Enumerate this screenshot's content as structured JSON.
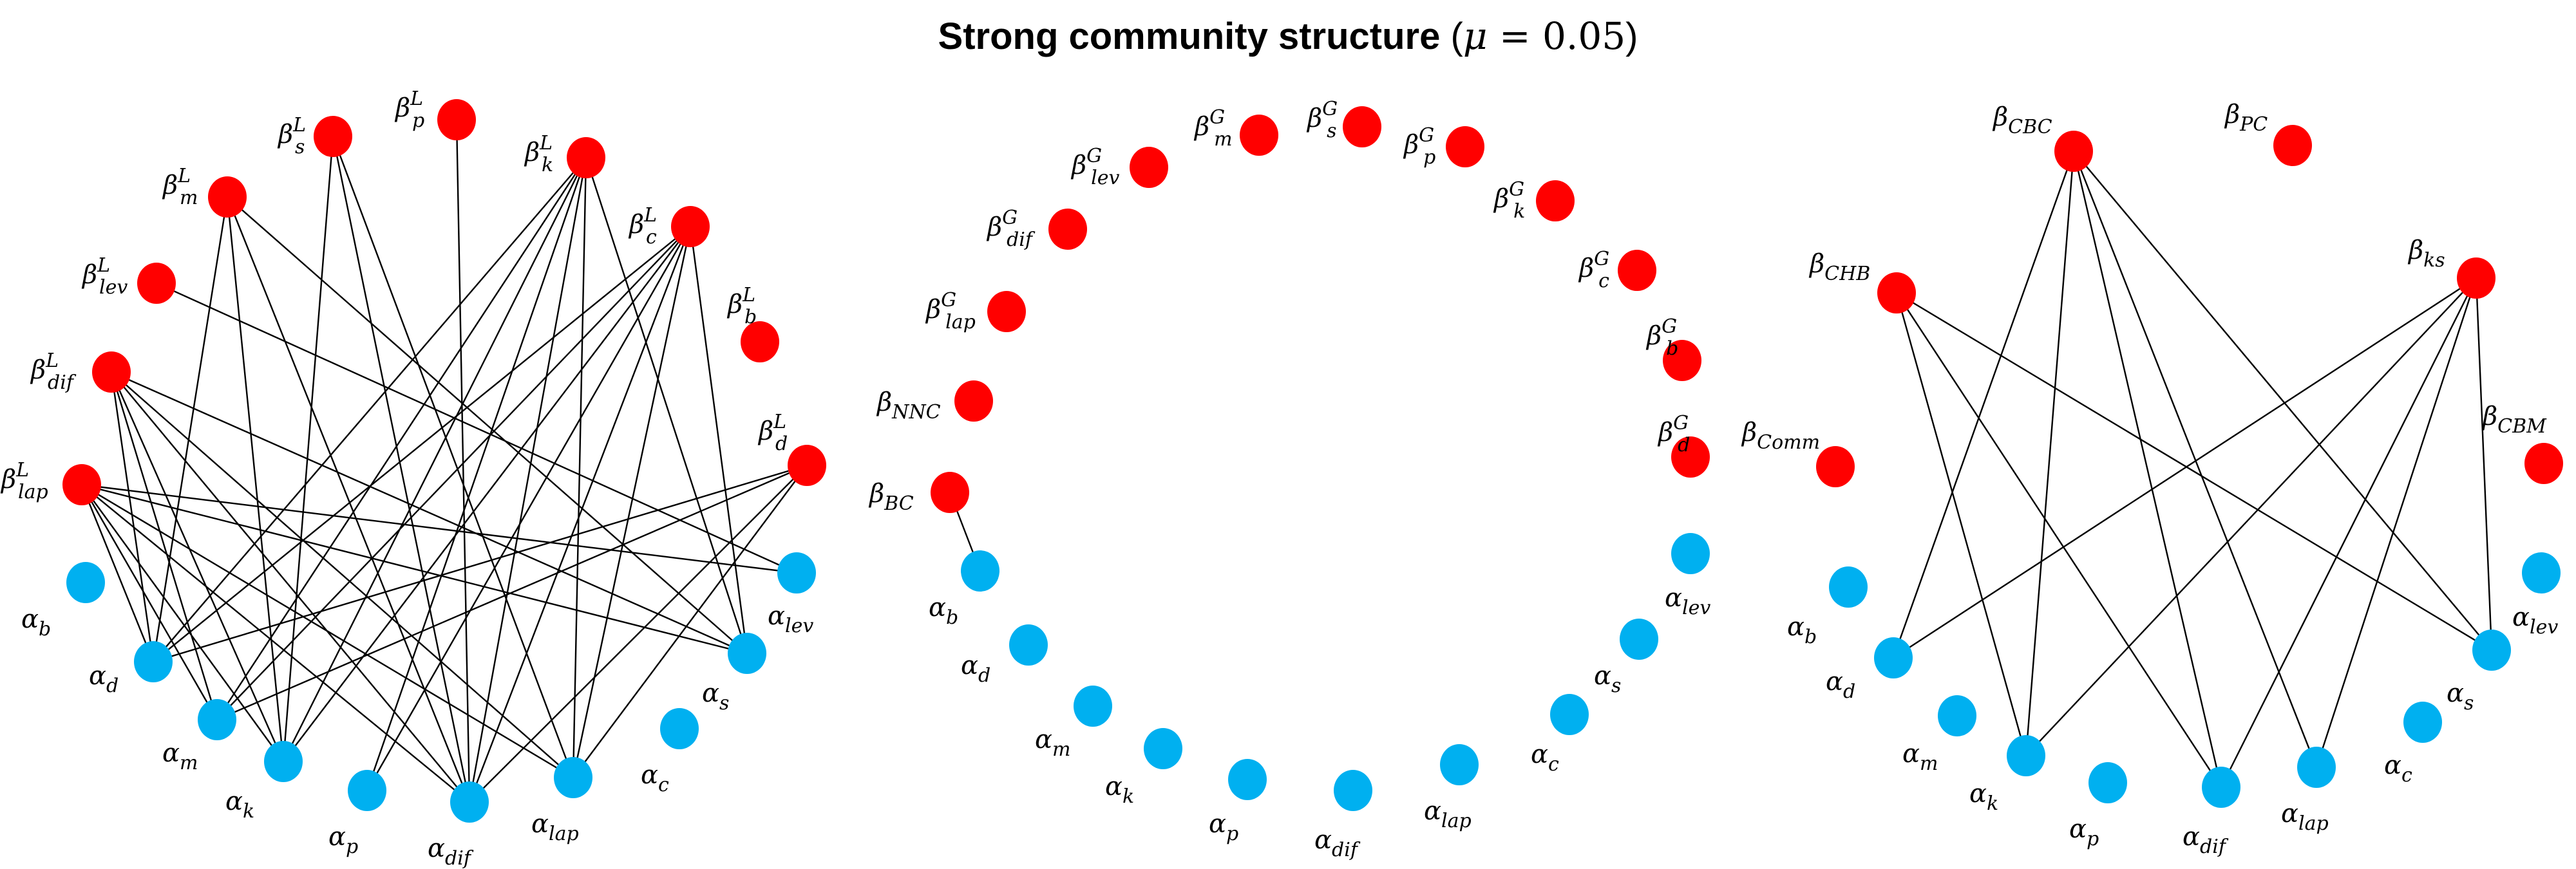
{
  "title": {
    "text": "Strong community structure",
    "paren_open": "(",
    "mu_symbol": "μ",
    "equals": " = ",
    "mu_value": "0.05",
    "paren_close": ")"
  },
  "colors": {
    "beta_node": "#ff0000",
    "alpha_node": "#00b0f0",
    "edge": "#000000"
  },
  "panels": [
    {
      "id": "local",
      "nodes": [
        {
          "id": "bs",
          "kind": "beta",
          "base": "β",
          "sub": "s",
          "sup": "L"
        },
        {
          "id": "bp",
          "kind": "beta",
          "base": "β",
          "sub": "p",
          "sup": "L"
        },
        {
          "id": "bk",
          "kind": "beta",
          "base": "β",
          "sub": "k",
          "sup": "L"
        },
        {
          "id": "bm",
          "kind": "beta",
          "base": "β",
          "sub": "m",
          "sup": "L"
        },
        {
          "id": "bc",
          "kind": "beta",
          "base": "β",
          "sub": "c",
          "sup": "L"
        },
        {
          "id": "blev",
          "kind": "beta",
          "base": "β",
          "sub": "lev",
          "sup": "L"
        },
        {
          "id": "bb",
          "kind": "beta",
          "base": "β",
          "sub": "b",
          "sup": "L"
        },
        {
          "id": "bdif",
          "kind": "beta",
          "base": "β",
          "sub": "dif",
          "sup": "L"
        },
        {
          "id": "bd",
          "kind": "beta",
          "base": "β",
          "sub": "d",
          "sup": "L"
        },
        {
          "id": "blap",
          "kind": "beta",
          "base": "β",
          "sub": "lap",
          "sup": "L"
        },
        {
          "id": "ab",
          "kind": "alpha",
          "base": "α",
          "sub": "b",
          "sup": ""
        },
        {
          "id": "alev",
          "kind": "alpha",
          "base": "α",
          "sub": "lev",
          "sup": ""
        },
        {
          "id": "ad",
          "kind": "alpha",
          "base": "α",
          "sub": "d",
          "sup": ""
        },
        {
          "id": "as",
          "kind": "alpha",
          "base": "α",
          "sub": "s",
          "sup": ""
        },
        {
          "id": "am",
          "kind": "alpha",
          "base": "α",
          "sub": "m",
          "sup": ""
        },
        {
          "id": "ac",
          "kind": "alpha",
          "base": "α",
          "sub": "c",
          "sup": ""
        },
        {
          "id": "ak",
          "kind": "alpha",
          "base": "α",
          "sub": "k",
          "sup": ""
        },
        {
          "id": "ap",
          "kind": "alpha",
          "base": "α",
          "sub": "p",
          "sup": ""
        },
        {
          "id": "adif",
          "kind": "alpha",
          "base": "α",
          "sub": "dif",
          "sup": ""
        },
        {
          "id": "alap",
          "kind": "alpha",
          "base": "α",
          "sub": "lap",
          "sup": ""
        }
      ],
      "edges": [
        [
          "bs",
          "ak"
        ],
        [
          "bs",
          "adif"
        ],
        [
          "bs",
          "alap"
        ],
        [
          "bp",
          "adif"
        ],
        [
          "bk",
          "ad"
        ],
        [
          "bk",
          "am"
        ],
        [
          "bk",
          "ak"
        ],
        [
          "bk",
          "ap"
        ],
        [
          "bk",
          "adif"
        ],
        [
          "bk",
          "alap"
        ],
        [
          "bk",
          "as"
        ],
        [
          "bm",
          "ad"
        ],
        [
          "bm",
          "ak"
        ],
        [
          "bm",
          "adif"
        ],
        [
          "bm",
          "as"
        ],
        [
          "bc",
          "ad"
        ],
        [
          "bc",
          "am"
        ],
        [
          "bc",
          "ak"
        ],
        [
          "bc",
          "ap"
        ],
        [
          "bc",
          "adif"
        ],
        [
          "bc",
          "alap"
        ],
        [
          "bc",
          "as"
        ],
        [
          "blev",
          "alev"
        ],
        [
          "bdif",
          "ad"
        ],
        [
          "bdif",
          "am"
        ],
        [
          "bdif",
          "ak"
        ],
        [
          "bdif",
          "adif"
        ],
        [
          "bdif",
          "alap"
        ],
        [
          "bdif",
          "as"
        ],
        [
          "bd",
          "ad"
        ],
        [
          "bd",
          "am"
        ],
        [
          "bd",
          "adif"
        ],
        [
          "bd",
          "alap"
        ],
        [
          "blap",
          "ad"
        ],
        [
          "blap",
          "am"
        ],
        [
          "blap",
          "ak"
        ],
        [
          "blap",
          "adif"
        ],
        [
          "blap",
          "alap"
        ],
        [
          "blap",
          "as"
        ],
        [
          "blap",
          "alev"
        ]
      ]
    },
    {
      "id": "global",
      "nodes": [
        {
          "id": "gm",
          "kind": "beta",
          "base": "β",
          "sub": "m",
          "sup": "G"
        },
        {
          "id": "gs",
          "kind": "beta",
          "base": "β",
          "sub": "s",
          "sup": "G"
        },
        {
          "id": "glev",
          "kind": "beta",
          "base": "β",
          "sub": "lev",
          "sup": "G"
        },
        {
          "id": "gp",
          "kind": "beta",
          "base": "β",
          "sub": "p",
          "sup": "G"
        },
        {
          "id": "gk",
          "kind": "beta",
          "base": "β",
          "sub": "k",
          "sup": "G"
        },
        {
          "id": "gdif",
          "kind": "beta",
          "base": "β",
          "sub": "dif",
          "sup": "G"
        },
        {
          "id": "gc",
          "kind": "beta",
          "base": "β",
          "sub": "c",
          "sup": "G"
        },
        {
          "id": "glap",
          "kind": "beta",
          "base": "β",
          "sub": "lap",
          "sup": "G"
        },
        {
          "id": "gb",
          "kind": "beta",
          "base": "β",
          "sub": "b",
          "sup": "G"
        },
        {
          "id": "gnnc",
          "kind": "beta",
          "base": "β",
          "sub": "NNC",
          "sup": ""
        },
        {
          "id": "gd",
          "kind": "beta",
          "base": "β",
          "sub": "d",
          "sup": "G"
        },
        {
          "id": "gcomm",
          "kind": "beta",
          "base": "β",
          "sub": "Comm",
          "sup": ""
        },
        {
          "id": "gbc",
          "kind": "beta",
          "base": "β",
          "sub": "BC",
          "sup": ""
        },
        {
          "id": "gab",
          "kind": "alpha",
          "base": "α",
          "sub": "b",
          "sup": ""
        },
        {
          "id": "galev",
          "kind": "alpha",
          "base": "α",
          "sub": "lev",
          "sup": ""
        },
        {
          "id": "gad",
          "kind": "alpha",
          "base": "α",
          "sub": "d",
          "sup": ""
        },
        {
          "id": "gas",
          "kind": "alpha",
          "base": "α",
          "sub": "s",
          "sup": ""
        },
        {
          "id": "gam",
          "kind": "alpha",
          "base": "α",
          "sub": "m",
          "sup": ""
        },
        {
          "id": "gac",
          "kind": "alpha",
          "base": "α",
          "sub": "c",
          "sup": ""
        },
        {
          "id": "gak",
          "kind": "alpha",
          "base": "α",
          "sub": "k",
          "sup": ""
        },
        {
          "id": "gap",
          "kind": "alpha",
          "base": "α",
          "sub": "p",
          "sup": ""
        },
        {
          "id": "gadif",
          "kind": "alpha",
          "base": "α",
          "sub": "dif",
          "sup": ""
        },
        {
          "id": "galap",
          "kind": "alpha",
          "base": "α",
          "sub": "lap",
          "sup": ""
        }
      ],
      "edges": [
        [
          "gbc",
          "gab"
        ]
      ]
    },
    {
      "id": "other",
      "nodes": [
        {
          "id": "ocbc",
          "kind": "beta",
          "base": "β",
          "sub": "CBC",
          "sup": ""
        },
        {
          "id": "opc",
          "kind": "beta",
          "base": "β",
          "sub": "PC",
          "sup": ""
        },
        {
          "id": "ochb",
          "kind": "beta",
          "base": "β",
          "sub": "CHB",
          "sup": ""
        },
        {
          "id": "oks",
          "kind": "beta",
          "base": "β",
          "sub": "ks",
          "sup": ""
        },
        {
          "id": "ocbm",
          "kind": "beta",
          "base": "β",
          "sub": "CBM",
          "sup": ""
        },
        {
          "id": "oab",
          "kind": "alpha",
          "base": "α",
          "sub": "b",
          "sup": ""
        },
        {
          "id": "oalev",
          "kind": "alpha",
          "base": "α",
          "sub": "lev",
          "sup": ""
        },
        {
          "id": "oad",
          "kind": "alpha",
          "base": "α",
          "sub": "d",
          "sup": ""
        },
        {
          "id": "oas",
          "kind": "alpha",
          "base": "α",
          "sub": "s",
          "sup": ""
        },
        {
          "id": "oam",
          "kind": "alpha",
          "base": "α",
          "sub": "m",
          "sup": ""
        },
        {
          "id": "oac",
          "kind": "alpha",
          "base": "α",
          "sub": "c",
          "sup": ""
        },
        {
          "id": "oak",
          "kind": "alpha",
          "base": "α",
          "sub": "k",
          "sup": ""
        },
        {
          "id": "oap",
          "kind": "alpha",
          "base": "α",
          "sub": "p",
          "sup": ""
        },
        {
          "id": "oadif",
          "kind": "alpha",
          "base": "α",
          "sub": "dif",
          "sup": ""
        },
        {
          "id": "oalap",
          "kind": "alpha",
          "base": "α",
          "sub": "lap",
          "sup": ""
        }
      ],
      "edges": [
        [
          "ocbc",
          "oad"
        ],
        [
          "ocbc",
          "oak"
        ],
        [
          "ocbc",
          "oadif"
        ],
        [
          "ocbc",
          "oalap"
        ],
        [
          "ocbc",
          "oas"
        ],
        [
          "ochb",
          "oak"
        ],
        [
          "ochb",
          "oadif"
        ],
        [
          "ochb",
          "oas"
        ],
        [
          "oks",
          "oad"
        ],
        [
          "oks",
          "oak"
        ],
        [
          "oks",
          "oadif"
        ],
        [
          "oks",
          "oalap"
        ],
        [
          "oks",
          "oas"
        ]
      ]
    }
  ]
}
